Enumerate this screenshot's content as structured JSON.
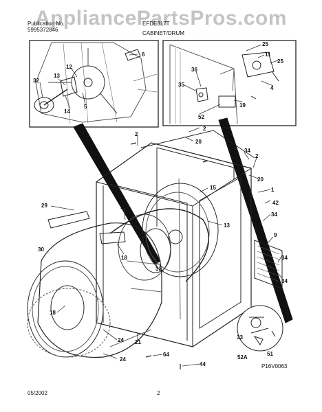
{
  "watermark": "AppliancePartsPros.com",
  "header": {
    "brand_line": "Publication No.",
    "pub_number": "5995372846",
    "model": "EFDE317T",
    "section": "CABINET/DRUM"
  },
  "footer": {
    "date": "05/2002",
    "page": "2",
    "figure_code": "P16V0063"
  },
  "callouts": {
    "c6": "6",
    "c12": "12",
    "c13a": "13",
    "c32a": "32",
    "c14": "14",
    "c5": "5",
    "c25a": "25",
    "c11": "11",
    "c25b": "25",
    "c36": "36",
    "c35": "35",
    "c4": "4",
    "c19": "19",
    "c52": "52",
    "c2a": "2",
    "c2b": "2",
    "c20a": "20",
    "c34a": "34",
    "c2c": "2",
    "c20b": "20",
    "c15": "15",
    "c1": "1",
    "c42": "42",
    "c34b": "34",
    "c13b": "13",
    "c9": "9",
    "c29": "29",
    "c17": "17",
    "c30": "30",
    "c18a": "18",
    "c32b": "32",
    "c34c": "34",
    "c18b": "18",
    "c24a": "24",
    "c21": "21",
    "c24b": "24",
    "c64": "64",
    "c44": "44",
    "c34d": "34",
    "c33": "33",
    "c51": "51",
    "c52a": "52A"
  }
}
